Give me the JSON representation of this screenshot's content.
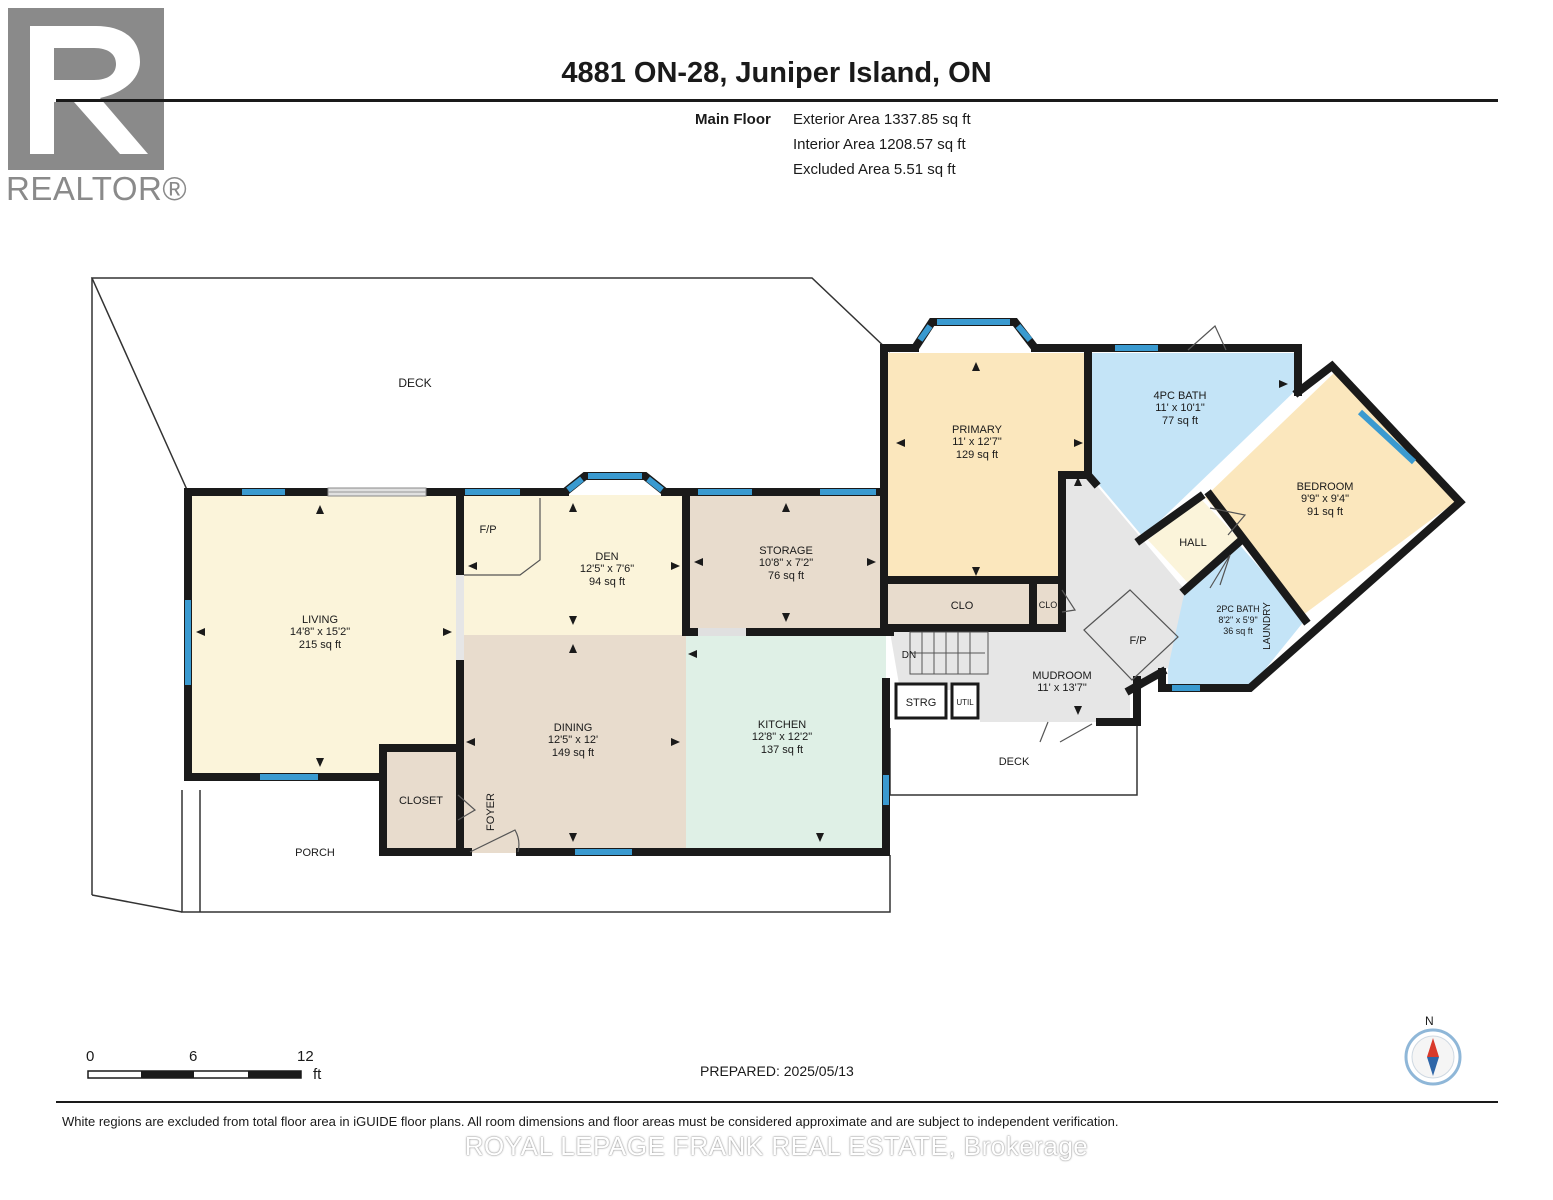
{
  "logo": {
    "text": "REALTOR®",
    "icon": "realtor-r-logo"
  },
  "title": "4881 ON-28, Juniper Island, ON",
  "floor": {
    "name": "Main Floor",
    "exterior_area": "Exterior Area 1337.85 sq ft",
    "interior_area": "Interior Area 1208.57 sq ft",
    "excluded_area": "Excluded Area 5.51 sq ft"
  },
  "rooms": {
    "living": {
      "name": "LIVING",
      "dims": "14'8\" x 15'2\"",
      "area": "215 sq ft"
    },
    "den": {
      "name": "DEN",
      "dims": "12'5\" x 7'6\"",
      "area": "94 sq ft"
    },
    "storage": {
      "name": "STORAGE",
      "dims": "10'8\" x 7'2\"",
      "area": "76 sq ft"
    },
    "primary": {
      "name": "PRIMARY",
      "dims": "11' x 12'7\"",
      "area": "129 sq ft"
    },
    "bath4": {
      "name": "4PC BATH",
      "dims": "11' x 10'1\"",
      "area": "77 sq ft"
    },
    "bedroom": {
      "name": "BEDROOM",
      "dims": "9'9\" x 9'4\"",
      "area": "91 sq ft"
    },
    "dining": {
      "name": "DINING",
      "dims": "12'5\" x 12'",
      "area": "149 sq ft"
    },
    "kitchen": {
      "name": "KITCHEN",
      "dims": "12'8\" x 12'2\"",
      "area": "137 sq ft"
    },
    "mudroom": {
      "name": "MUDROOM",
      "dims": "11' x 13'7\"",
      "area": ""
    },
    "bath2": {
      "name": "2PC BATH",
      "dims": "8'2\" x 5'9\"",
      "area": "36 sq ft"
    }
  },
  "labels": {
    "deck_top": "DECK",
    "deck_bottom": "DECK",
    "porch": "PORCH",
    "closet": "CLOSET",
    "foyer": "FOYER",
    "fp_den": "F/P",
    "fp_mud": "F/P",
    "clo": "CLO",
    "clo_small": "CLO",
    "hall": "HALL",
    "laundry": "LAUNDRY",
    "strg": "STRG",
    "util": "UTIL",
    "dn": "DN"
  },
  "scale": {
    "ticks": [
      "0",
      "6",
      "12"
    ],
    "unit": "ft"
  },
  "compass": {
    "label": "N",
    "icon": "compass-icon"
  },
  "prepared": "PREPARED: 2025/05/13",
  "disclaimer": "White regions are excluded from total floor area in iGUIDE floor plans. All room dimensions and floor areas must be considered approximate and are subject to independent verification.",
  "brokerage": "ROYAL LEPAGE FRANK REAL ESTATE, Brokerage",
  "colors": {
    "living": "#fbf4da",
    "den": "#fbf4da",
    "storage": "#e8dccd",
    "primary": "#fbe7bd",
    "bath": "#c4e4f7",
    "bedroom": "#fbe7bd",
    "dining": "#e8dccd",
    "kitchen": "#dff0e6",
    "mudroom": "#e6e6e6",
    "wall": "#1a1a1a",
    "window": "#3a9ad0"
  }
}
